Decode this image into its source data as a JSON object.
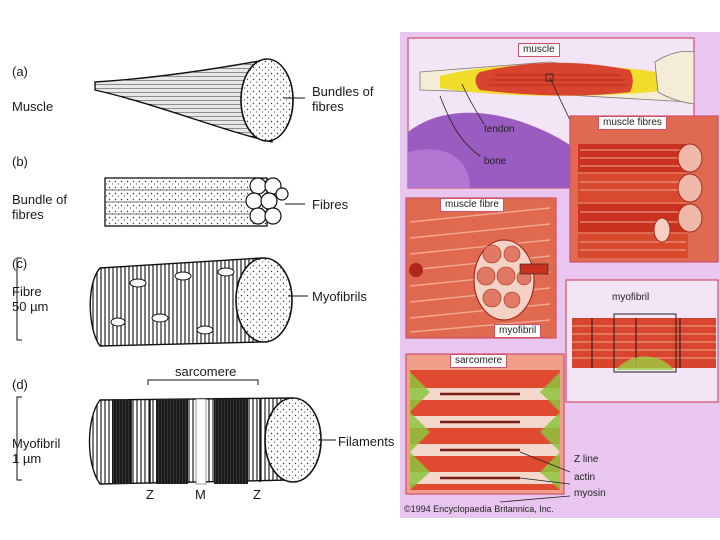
{
  "left": {
    "a": {
      "tag": "(a)",
      "name": "Muscle",
      "callout": "Bundles of\nfibres"
    },
    "b": {
      "tag": "(b)",
      "name": "Bundle of\nfibres",
      "callout": "Fibres"
    },
    "c": {
      "tag": "(c)",
      "name": "Fibre\n50 µm",
      "callout": "Myofibrils"
    },
    "d": {
      "tag": "(d)",
      "name": "Myofibril\n1 µm",
      "callout": "Filaments",
      "sarcomere": "sarcomere",
      "z1": "Z",
      "m": "M",
      "z2": "Z"
    }
  },
  "right": {
    "muscle": "muscle",
    "tendon": "tendon",
    "bone": "bone",
    "muscle_fibres": "muscle fibres",
    "muscle_fibre": "muscle fibre",
    "myofibril_small": "myofibril",
    "myofibril": "myofibril",
    "sarcomere": "sarcomere",
    "z_line": "Z line",
    "actin": "actin",
    "myosin": "myosin",
    "copyright": "©1994 Encyclopaedia Britannica, Inc."
  },
  "colors": {
    "panel_bg": "#e9c6ef",
    "frame": "#d0506a",
    "muscle_red": "#d8442e",
    "purple": "#9a5cc0",
    "tendon_yellow": "#f2dc2a",
    "bone": "#f4ecd6"
  }
}
